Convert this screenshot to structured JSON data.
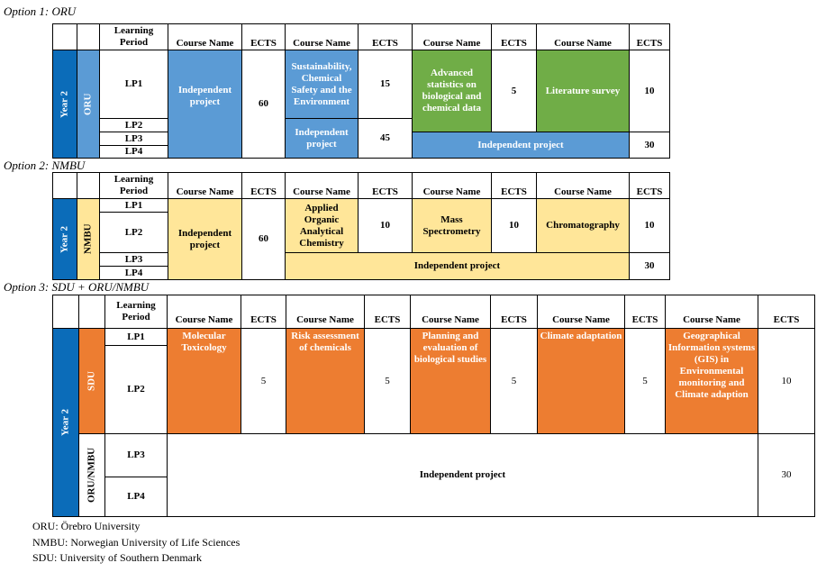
{
  "headers": {
    "learning_period": "Learning Period",
    "course_name": "Course Name",
    "ects": "ECTS",
    "lp1": "LP1",
    "lp2": "LP2",
    "lp3": "LP3",
    "lp4": "LP4"
  },
  "option1": {
    "title": "Option 1: ORU",
    "year": "Year 2",
    "university": "ORU",
    "courses": {
      "independent": {
        "name": "Independent project",
        "ects": "60"
      },
      "sustainability": {
        "name": "Sustainability, Chemical Safety and the Environment",
        "ects": "15"
      },
      "independent_lp2_4": {
        "name": "Independent project",
        "ects": "45"
      },
      "advanced_stats": {
        "name": "Advanced statistics on biological and chemical data",
        "ects": "5"
      },
      "literature": {
        "name": "Literature survey",
        "ects": "10"
      },
      "independent_lp3_4": {
        "name": "Independent project",
        "ects": "30"
      }
    }
  },
  "option2": {
    "title": "Option 2: NMBU",
    "year": "Year 2",
    "university": "NMBU",
    "courses": {
      "independent": {
        "name": "Independent project",
        "ects": "60"
      },
      "applied": {
        "name": "Applied Organic Analytical Chemistry",
        "ects": "10"
      },
      "mass": {
        "name": "Mass Spectrometry",
        "ects": "10"
      },
      "chroma": {
        "name": "Chromatography",
        "ects": "10"
      },
      "independent_lp3_4": {
        "name": "Independent project",
        "ects": "30"
      }
    }
  },
  "option3": {
    "title": "Option 3: SDU + ORU/NMBU",
    "year": "Year 2",
    "university_sdu": "SDU",
    "university_oru_nmbu": "ORU/NMBU",
    "courses": {
      "tox": {
        "name": "Molecular Toxicology",
        "ects": "5"
      },
      "risk": {
        "name": "Risk assessment of chemicals",
        "ects": "5"
      },
      "planning": {
        "name": "Planning and evaluation of biological studies",
        "ects": "5"
      },
      "climate": {
        "name": "Climate adaptation",
        "ects": "5"
      },
      "gis": {
        "name": "Geographical Information systems (GIS) in Environmental monitoring and Climate adaption",
        "ects": "10"
      },
      "independent": {
        "name": "Independent project",
        "ects": "30"
      }
    }
  },
  "legend": [
    "ORU: Örebro University",
    "NMBU: Norwegian University of Life Sciences",
    "SDU: University of Southern Denmark"
  ],
  "colors": {
    "oru_blue": "#5b9bd5",
    "year_blue": "#0b6cb9",
    "green": "#70ad47",
    "nmbu_yellow": "#ffe699",
    "sdu_orange": "#ed7d31"
  }
}
